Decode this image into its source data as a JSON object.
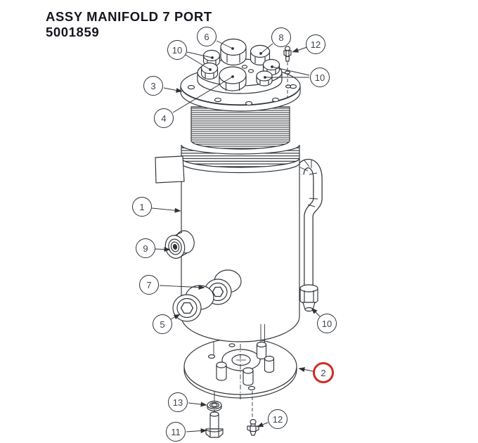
{
  "title": {
    "line1": "ASSY MANIFOLD 7 PORT",
    "line2": "5001859"
  },
  "callouts": [
    {
      "label": "6",
      "highlighted": false
    },
    {
      "label": "8",
      "highlighted": false
    },
    {
      "label": "12",
      "highlighted": false
    },
    {
      "label": "10",
      "highlighted": false
    },
    {
      "label": "10",
      "highlighted": false
    },
    {
      "label": "3",
      "highlighted": false
    },
    {
      "label": "4",
      "highlighted": false
    },
    {
      "label": "1",
      "highlighted": false
    },
    {
      "label": "9",
      "highlighted": false
    },
    {
      "label": "7",
      "highlighted": false
    },
    {
      "label": "5",
      "highlighted": false
    },
    {
      "label": "10",
      "highlighted": false
    },
    {
      "label": "2",
      "highlighted": true
    },
    {
      "label": "13",
      "highlighted": false
    },
    {
      "label": "11",
      "highlighted": false
    },
    {
      "label": "12",
      "highlighted": false
    }
  ],
  "colors": {
    "line": "#2e3237",
    "title_text": "#16161e",
    "callout_text": "#3d4350",
    "highlight": "#cf2b23",
    "background": "#ffffff"
  }
}
